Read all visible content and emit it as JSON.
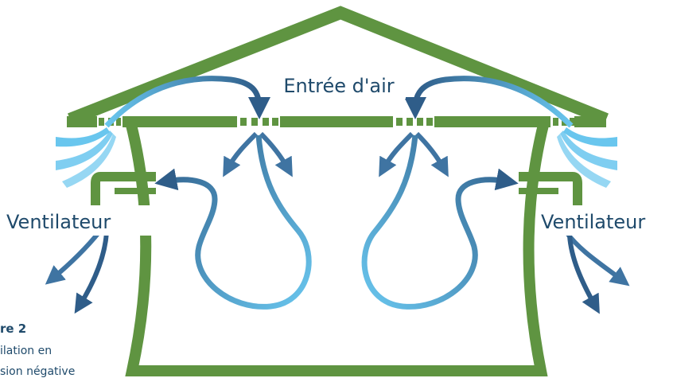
{
  "labels": {
    "air_inlet": "Entrée d'air",
    "fan_left": "Ventilateur",
    "fan_right": "Ventilateur"
  },
  "caption": {
    "title": "re 2",
    "line1": "ilation en",
    "line2": "sion négative"
  },
  "colors": {
    "structure": "#5f9441",
    "air_dark": "#2f5d89",
    "air_light": "#69c6ee",
    "text": "#1f4a6b"
  }
}
